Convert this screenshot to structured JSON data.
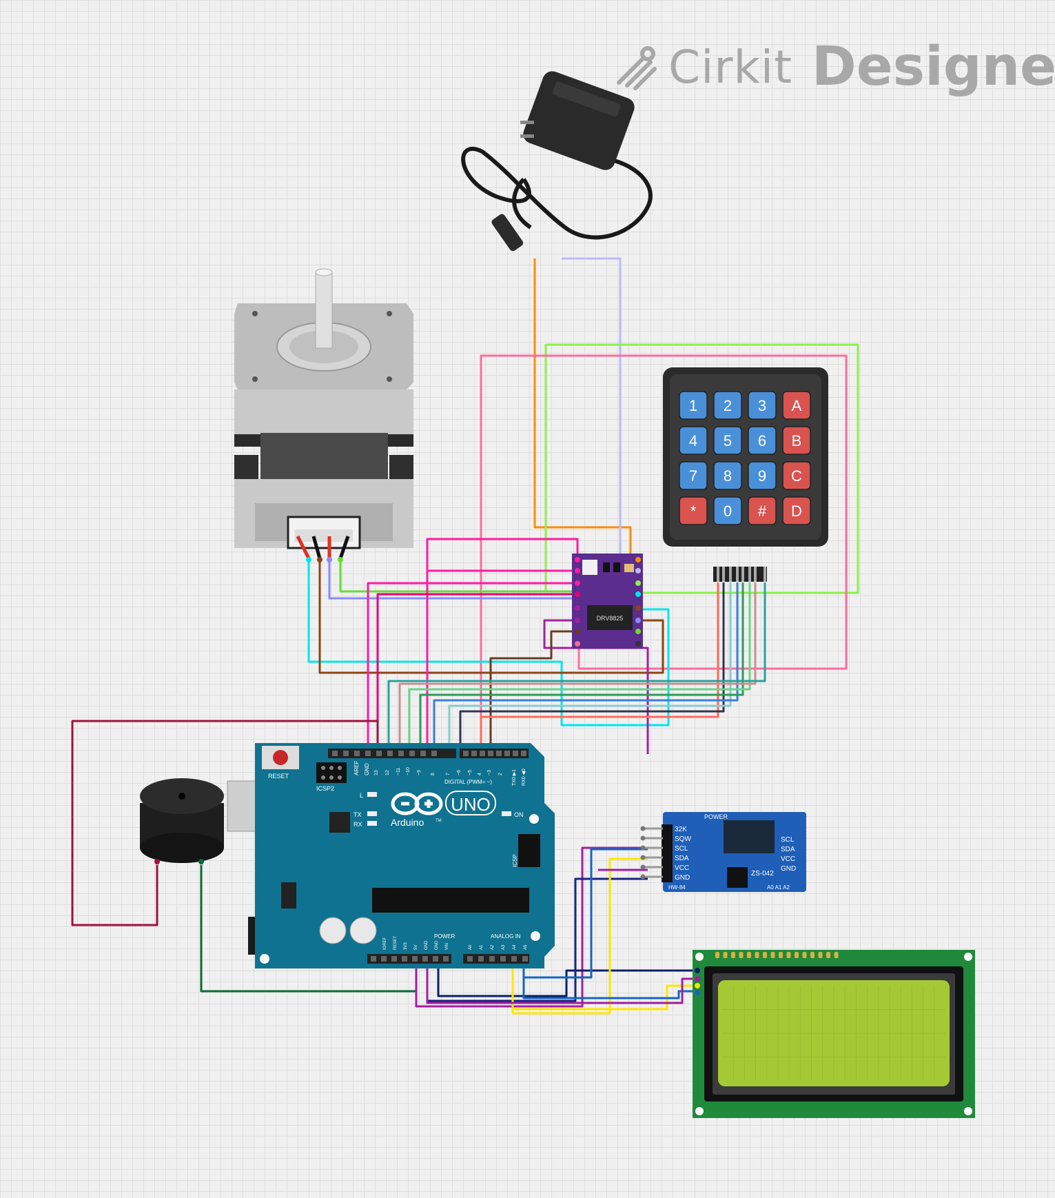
{
  "watermark": {
    "brand": "Cirkit",
    "product": "Designer"
  },
  "keypad": {
    "keys": [
      "1",
      "2",
      "3",
      "A",
      "4",
      "5",
      "6",
      "B",
      "7",
      "8",
      "9",
      "C",
      "*",
      "0",
      "#",
      "D"
    ]
  },
  "arduino": {
    "reset_label": "RESET",
    "icsp_label": "ICSP2",
    "icsp1_label": "ICSP",
    "aref_label": "AREF",
    "gnd_label": "GND",
    "digital_label": "DIGITAL (PWM= ~)",
    "tx0_label": "TX0 ▶1",
    "rx0_label": "RX0 ◀0",
    "digital_pins": [
      "13",
      "12",
      "~11",
      "~10",
      "~9",
      "8",
      "7",
      "~6",
      "~5",
      "4",
      "~3",
      "2"
    ],
    "l_label": "L",
    "tx_label": "TX",
    "rx_label": "RX",
    "on_label": "ON",
    "brand": "Arduino",
    "model": "UNO",
    "tm": "TM",
    "power_label": "POWER",
    "analog_label": "ANALOG IN",
    "power_pins": [
      "IOREF",
      "RESET",
      "3V3",
      "5V",
      "GND",
      "GND",
      "VIN"
    ],
    "analog_pins": [
      "A0",
      "A1",
      "A2",
      "A3",
      "A4",
      "A5"
    ]
  },
  "rtc": {
    "power_label": "POWER",
    "left_pins": [
      "32K",
      "SQW",
      "SCL",
      "SDA",
      "VCC",
      "GND"
    ],
    "right_pins": [
      "SCL",
      "SDA",
      "VCC",
      "GND"
    ],
    "model": "ZS-042",
    "sub": "HW-84",
    "addr": "A0 A1 A2"
  },
  "driver": {
    "chip": "DRV8825"
  },
  "colors": {
    "arduino": "#0f7291",
    "keypad_blue": "#4a90d9",
    "keypad_red": "#d9534f",
    "lcd_pcb": "#1f8a3c",
    "lcd_screen": "#a4c934",
    "driver": "#5b2d8e",
    "rtc": "#1f5fb8"
  }
}
